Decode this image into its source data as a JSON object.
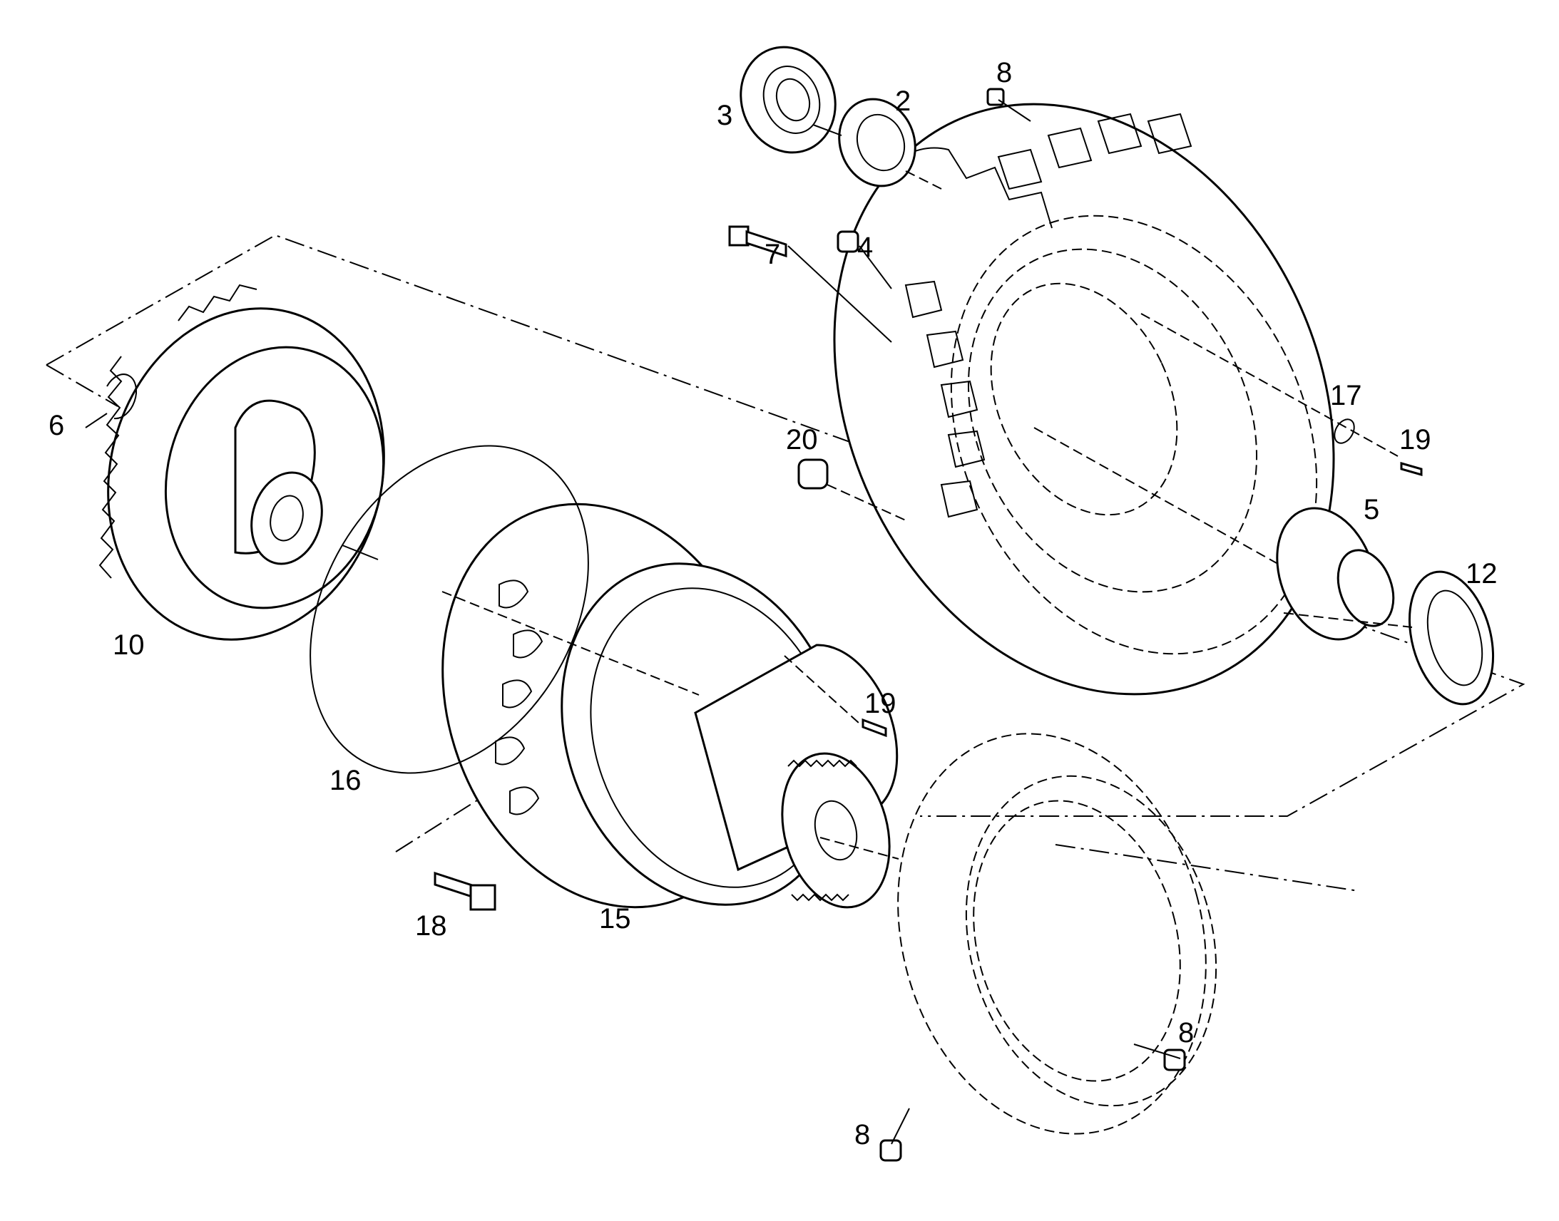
{
  "callouts": [
    {
      "id": "c3",
      "text": "3"
    },
    {
      "id": "c2",
      "text": "2"
    },
    {
      "id": "c8a",
      "text": "8"
    },
    {
      "id": "c7",
      "text": "7"
    },
    {
      "id": "c4",
      "text": "4"
    },
    {
      "id": "c6",
      "text": "6"
    },
    {
      "id": "c20",
      "text": "20"
    },
    {
      "id": "c17",
      "text": "17"
    },
    {
      "id": "c19a",
      "text": "19"
    },
    {
      "id": "c5",
      "text": "5"
    },
    {
      "id": "c12",
      "text": "12"
    },
    {
      "id": "c10",
      "text": "10"
    },
    {
      "id": "c19b",
      "text": "19"
    },
    {
      "id": "c16",
      "text": "16"
    },
    {
      "id": "c18",
      "text": "18"
    },
    {
      "id": "c15",
      "text": "15"
    },
    {
      "id": "c8b",
      "text": "8"
    },
    {
      "id": "c8c",
      "text": "8"
    }
  ]
}
